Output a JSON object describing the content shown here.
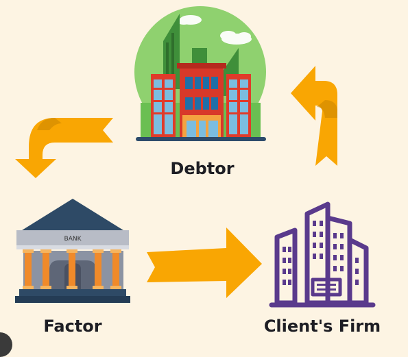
{
  "nodes": {
    "debtor": {
      "label": "Debtor"
    },
    "factor": {
      "label": "Factor",
      "sign_text": "BANK"
    },
    "client_firm": {
      "label": "Client's Firm"
    }
  },
  "colors": {
    "background": "#fdf4e3",
    "arrow": "#f9a603",
    "arrow_shadow": "#c98300",
    "circle_bg": "#8fd16f",
    "debtor_building": "#e03b2a",
    "bank_roof": "#2e4a66",
    "bank_pillar": "#f08a2a",
    "client_outline": "#5a3a8c"
  },
  "icons": [
    "debtor-building-icon",
    "bank-icon",
    "office-towers-icon"
  ]
}
